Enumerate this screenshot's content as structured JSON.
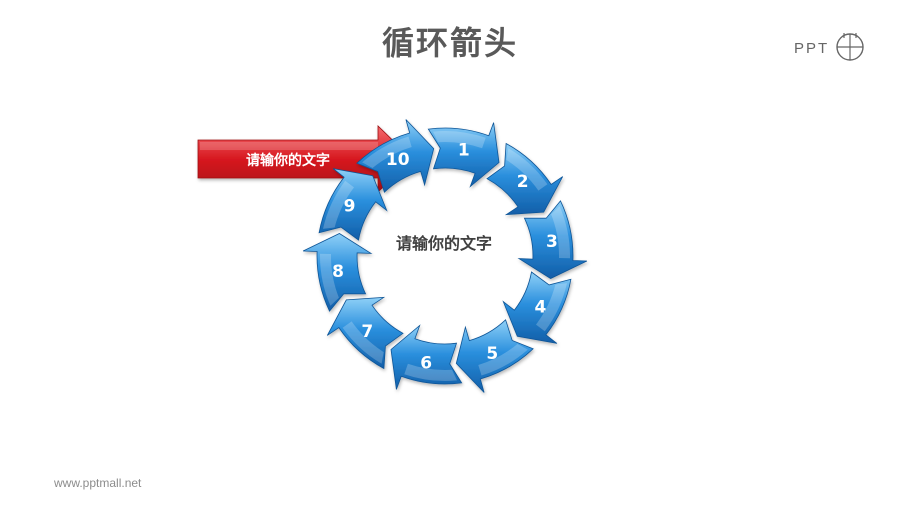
{
  "title": "循环箭头",
  "logo_text": "PPT",
  "footer": "www.pptmall.net",
  "banner_text": "请输你的文字",
  "center_text": "请输你的文字",
  "steps": [
    "1",
    "2",
    "3",
    "4",
    "5",
    "6",
    "7",
    "8",
    "9",
    "10"
  ],
  "colors": {
    "arrow_blue": "#2a86d6",
    "arrow_blue_light": "#7cc4f2",
    "arrow_blue_dark": "#1565b4",
    "banner_red": "#d71920",
    "banner_red_light": "#f0575b",
    "title_gray": "#595959"
  }
}
